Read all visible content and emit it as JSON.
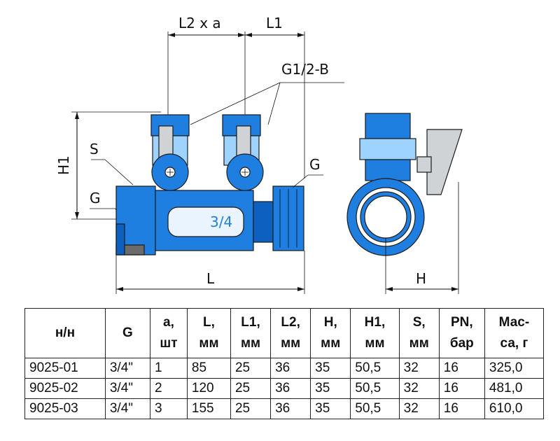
{
  "labels": {
    "l2a": "L2 x a",
    "l1": "L1",
    "thread_b": "G1/2-B",
    "h1": "H1",
    "s": "S",
    "g_left": "G",
    "g_right": "G",
    "size": "3/4",
    "l": "L",
    "h": "H"
  },
  "colors": {
    "body": "#1f7fe0",
    "dark": "#0d5fc0",
    "light": "#9fd3ff",
    "handle": "#cfd3d6"
  },
  "table": {
    "headers": [
      [
        "н/н",
        ""
      ],
      [
        "G",
        ""
      ],
      [
        "a,",
        "шт"
      ],
      [
        "L,",
        "мм"
      ],
      [
        "L1,",
        "мм"
      ],
      [
        "L2,",
        "мм"
      ],
      [
        "H,",
        "мм"
      ],
      [
        "H1,",
        "мм"
      ],
      [
        "S,",
        "мм"
      ],
      [
        "PN,",
        "бар"
      ],
      [
        "Мас-",
        "са, г"
      ]
    ],
    "rows": [
      [
        "9025-01",
        "3/4\"",
        "1",
        "85",
        "25",
        "36",
        "35",
        "50,5",
        "32",
        "16",
        "325,0"
      ],
      [
        "9025-02",
        "3/4\"",
        "2",
        "120",
        "25",
        "36",
        "35",
        "50,5",
        "32",
        "16",
        "481,0"
      ],
      [
        "9025-03",
        "3/4\"",
        "3",
        "155",
        "25",
        "36",
        "35",
        "50,5",
        "32",
        "16",
        "610,0"
      ]
    ]
  }
}
